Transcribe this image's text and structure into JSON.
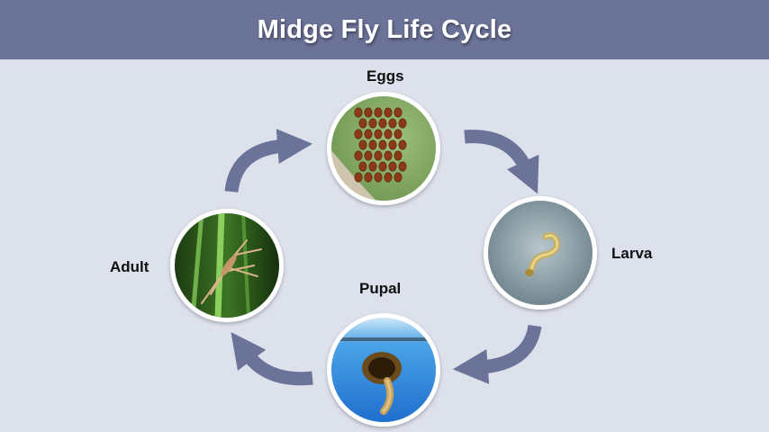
{
  "title": "Midge Fly Life Cycle",
  "colors": {
    "header_bg": "#6b7399",
    "background": "#dde1ec",
    "arrow": "#6b7399"
  },
  "stages": {
    "eggs": "Eggs",
    "larva": "Larva",
    "pupal": "Pupal",
    "adult": "Adult"
  }
}
